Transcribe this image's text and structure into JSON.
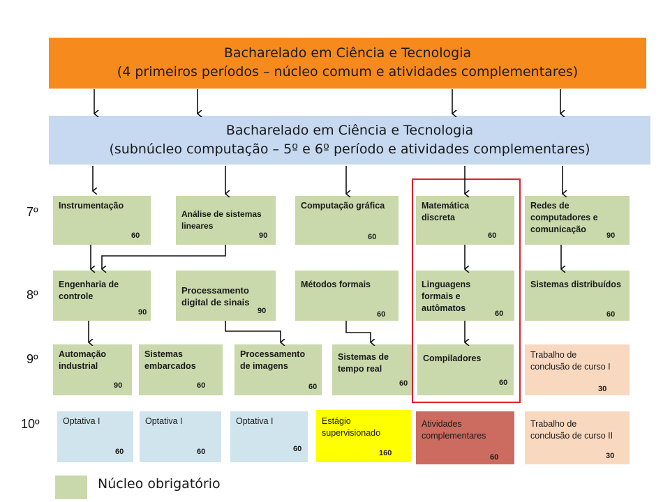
{
  "top": {
    "line1": "Bacharelado em Ciência e Tecnologia",
    "line2": "(4 primeiros períodos – núcleo comum e atividades complementares)"
  },
  "sub": {
    "line1": "Bacharelado em Ciência e Tecnologia",
    "line2": "(subnúcleo computação – 5º e 6º período e atividades complementares)"
  },
  "semesters": [
    "7º",
    "8º",
    "9º",
    "10º"
  ],
  "boxes": {
    "instrumentacao": {
      "title": "Instrumentação",
      "credits": "60"
    },
    "analise": {
      "title": "Análise de sistemas\nlineares",
      "credits": "90"
    },
    "computacao_grafica": {
      "title": "Computação gráfica",
      "credits": "60"
    },
    "matematica": {
      "title": "Matemática\ndiscreta",
      "credits": "60"
    },
    "redes": {
      "title": "Redes de\ncomputadores e\ncomunicação",
      "credits": "90"
    },
    "engenharia": {
      "title": "Engenharia de\ncontrole",
      "credits": "90"
    },
    "processamento_sinais": {
      "title": "Processamento\ndigital de sinais",
      "credits": "90"
    },
    "metodos": {
      "title": "Métodos formais",
      "credits": "60"
    },
    "linguagens": {
      "title": "Linguagens\nformais e\nautômatos",
      "credits": "60"
    },
    "distribuidos": {
      "title": "Sistemas distribuídos",
      "credits": "60"
    },
    "automacao": {
      "title": "Automação\nindustrial",
      "credits": "90"
    },
    "embarcados": {
      "title": "Sistemas\nembarcados",
      "credits": "60"
    },
    "imagens": {
      "title": "Processamento\nde imagens",
      "credits": "60"
    },
    "tempo_real": {
      "title": "Sistemas de\ntempo real",
      "credits": "60"
    },
    "compiladores": {
      "title": "Compiladores",
      "credits": "60"
    },
    "tcc1": {
      "title": "Trabalho de\nconclusão de curso I",
      "credits": "30"
    },
    "optativa1": {
      "title": "Optativa I",
      "credits": "60"
    },
    "optativa2": {
      "title": "Optativa I",
      "credits": "60"
    },
    "optativa3": {
      "title": "Optativa I",
      "credits": "60"
    },
    "estagio": {
      "title": "Estágio\nsupervisionado",
      "credits": "160"
    },
    "atividades": {
      "title": "Atividades\ncomplementares",
      "credits": "60"
    },
    "tcc2": {
      "title": "Trabalho de\nconclusão de curso II",
      "credits": "30"
    }
  },
  "legend": {
    "label": "Núcleo obrigatório"
  },
  "colors": {
    "top_bar": "#f78a1d",
    "sub_bar": "#c6d9f0",
    "mandatory": "#c9d9ab",
    "optional": "#cfe4ec",
    "tcc": "#f9d8c0",
    "estagio": "#ffff00",
    "atividades": "#cc6b60",
    "highlight": "#e0202a"
  }
}
